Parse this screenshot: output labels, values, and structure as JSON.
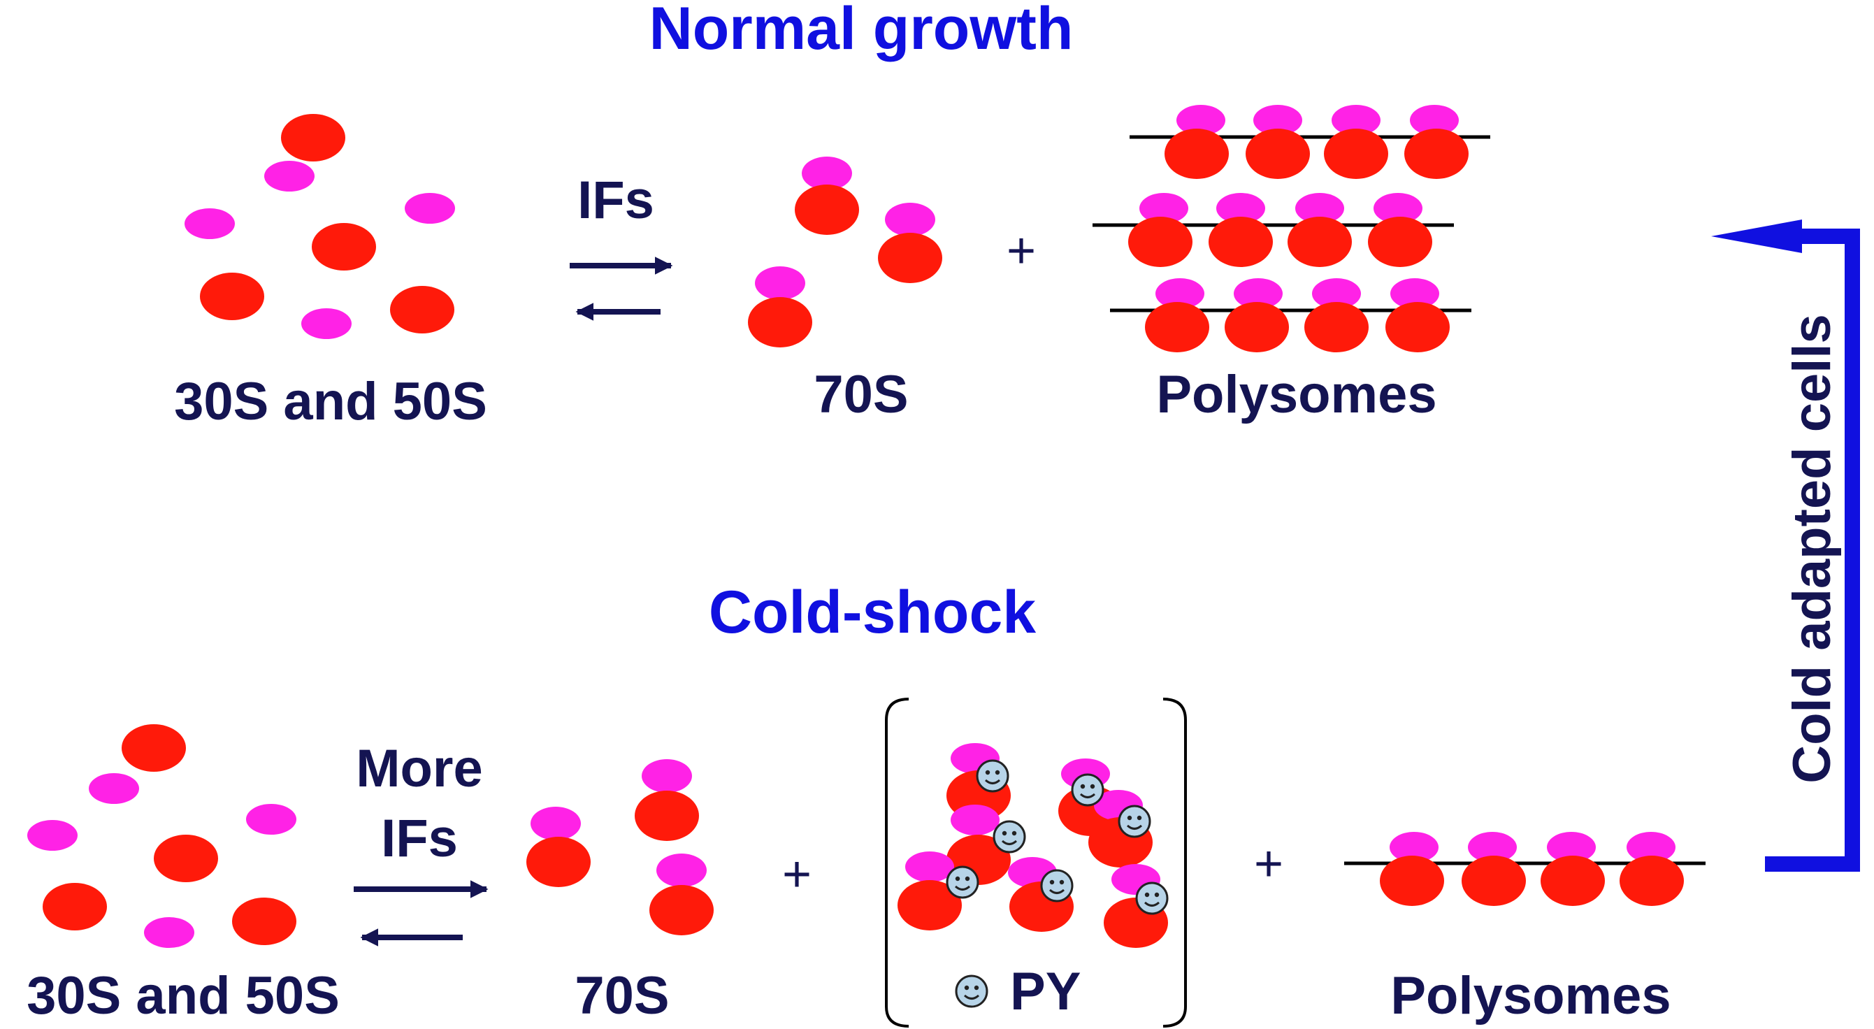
{
  "colors": {
    "title": "#1010e0",
    "label": "#141452",
    "large_subunit": "#ff1a0a",
    "small_subunit": "#ff22e6",
    "arrow": "#141452",
    "cold_arrow": "#1010e0",
    "py_face": "#b7d4e8"
  },
  "icons": {
    "py": "smiley-face-icon"
  },
  "normal": {
    "title": "Normal growth",
    "subunits_label": "30S and 50S",
    "arrow_label": "IFs",
    "monosome_label": "70S",
    "plus": "+",
    "polysomes_label": "Polysomes"
  },
  "cold": {
    "title": "Cold-shock",
    "subunits_label": "30S and 50S",
    "arrow_label_line1": "More",
    "arrow_label_line2": "IFs",
    "monosome_label": "70S",
    "plus1": "+",
    "py_label": "PY",
    "plus2": "+",
    "polysomes_label": "Polysomes"
  },
  "side": {
    "label": "Cold adapted cells"
  }
}
